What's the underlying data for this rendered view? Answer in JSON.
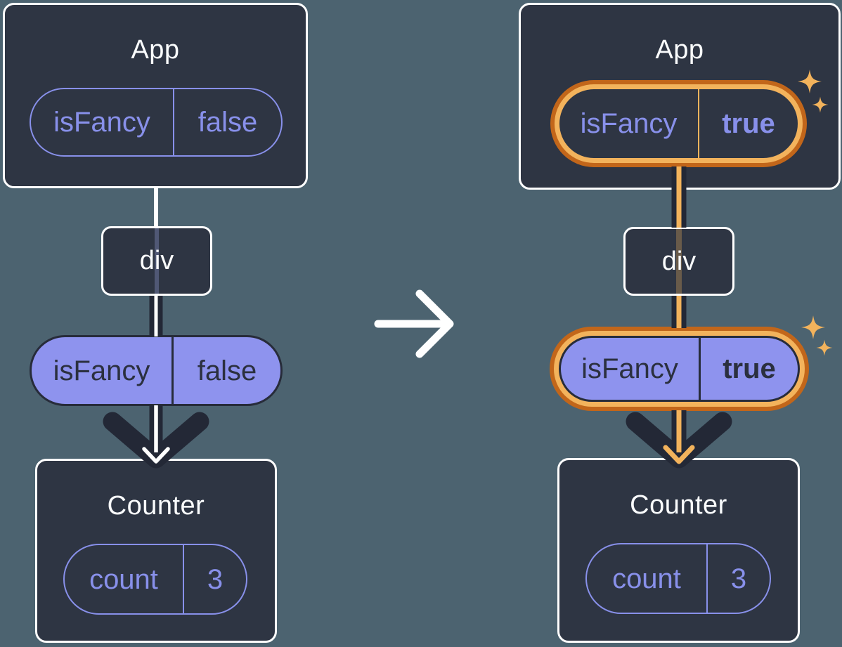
{
  "colors": {
    "background": "#4c6370",
    "card_fill": "#2e3543",
    "card_border": "#ffffff",
    "purple_accent": "#8890ea",
    "purple_pill_fill": "#8e93ee",
    "dark_arrow": "#232836",
    "orange_dark": "#c2661a",
    "orange_light": "#f3b35c"
  },
  "icons": {
    "transition_arrow": "right-arrow",
    "sparkle": "four-point-star"
  },
  "diagram_left": {
    "app": {
      "title": "App",
      "prop": {
        "name": "isFancy",
        "value": "false"
      }
    },
    "div_node": {
      "label": "div"
    },
    "passed_prop": {
      "name": "isFancy",
      "value": "false"
    },
    "counter": {
      "title": "Counter",
      "state": {
        "name": "count",
        "value": "3"
      }
    }
  },
  "diagram_right": {
    "app": {
      "title": "App",
      "prop": {
        "name": "isFancy",
        "value": "true"
      }
    },
    "div_node": {
      "label": "div"
    },
    "passed_prop": {
      "name": "isFancy",
      "value": "true"
    },
    "counter": {
      "title": "Counter",
      "state": {
        "name": "count",
        "value": "3"
      }
    }
  }
}
